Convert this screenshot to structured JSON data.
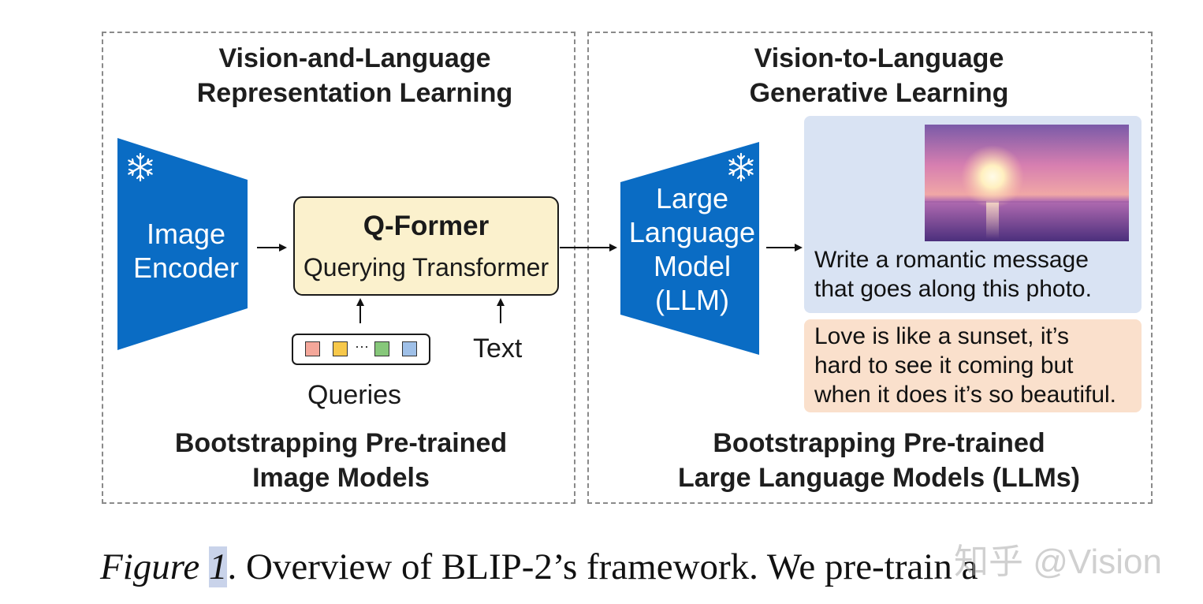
{
  "left_panel": {
    "heading_line1": "Vision-and-Language",
    "heading_line2": "Representation Learning",
    "footer_line1": "Bootstrapping Pre-trained",
    "footer_line2": "Image Models"
  },
  "right_panel": {
    "heading_line1": "Vision-to-Language",
    "heading_line2": "Generative Learning",
    "footer_line1": "Bootstrapping Pre-trained",
    "footer_line2": "Large Language Models (LLMs)"
  },
  "image_encoder": {
    "line1": "Image",
    "line2": "Encoder",
    "icon": "snowflake-icon"
  },
  "qformer": {
    "title": "Q-Former",
    "subtitle": "Querying Transformer"
  },
  "queries": {
    "label": "Queries",
    "dots": "···",
    "token_colors": [
      "#f4a79a",
      "#f7c84a",
      "#86c77a",
      "#9fc0e8"
    ]
  },
  "text_input": {
    "label": "Text"
  },
  "llm": {
    "line1": "Large",
    "line2": "Language",
    "line3": "Model",
    "line4": "(LLM)",
    "icon": "snowflake-icon"
  },
  "prompt": {
    "line1": "Write a romantic message",
    "line2": "that goes along this photo."
  },
  "response": {
    "line1": "Love is like a sunset, it’s",
    "line2": "hard to see it coming but",
    "line3": "when it does it’s so beautiful."
  },
  "caption": {
    "fig_word": "Figure ",
    "fig_num": "1",
    "text": ". Overview  of  BLIP-2’s  framework.    We  pre-train  a"
  },
  "watermark": "知乎 @Vision",
  "colors": {
    "encoder_blue": "#0a6cc4",
    "qformer_fill": "#fbf1cd",
    "prompt_fill": "#d9e3f3",
    "response_fill": "#fae0cc"
  }
}
